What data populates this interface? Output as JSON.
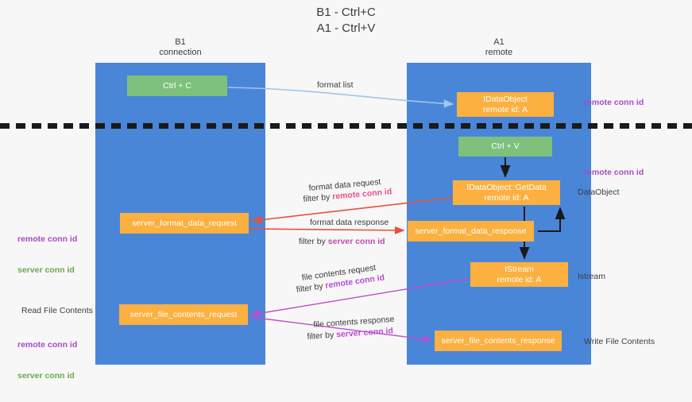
{
  "title": "B1 - Ctrl+C\nA1 - Ctrl+V",
  "columns": {
    "left": "B1\nconnection",
    "right": "A1\nremote"
  },
  "nodes": {
    "ctrl_c": {
      "line1": "Ctrl + C",
      "color": "#7dc17d"
    },
    "idataobject": {
      "line1": "IDataObject",
      "line2": "remote id: A",
      "color": "#fbb040"
    },
    "ctrl_v": {
      "line1": "Ctrl + V",
      "color": "#7dc17d"
    },
    "getdata": {
      "line1": "IDataObject::GetData",
      "line2": "remote id: A",
      "color": "#fbb040"
    },
    "server_format_data_request": {
      "line1": "server_format_data_request",
      "color": "#fbb040"
    },
    "server_format_data_response": {
      "line1": "server_format_data_response",
      "color": "#fbb040"
    },
    "istream": {
      "line1": "IStream",
      "line2": "remote id: A",
      "color": "#fbb040"
    },
    "server_file_contents_request": {
      "line1": "server_file_contents_request",
      "color": "#fbb040"
    },
    "server_file_contents_response": {
      "line1": "server_file_contents_response",
      "color": "#fbb040"
    }
  },
  "edge_labels": {
    "format_list": "format list",
    "format_data_request": "format data request",
    "format_data_request_filter_prefix": "filter by ",
    "format_data_request_filter_key": "remote conn id",
    "format_data_response": "format data response",
    "format_data_response_filter_prefix": "filter by ",
    "format_data_response_filter_key": "server conn id",
    "file_contents_request": "file contents request",
    "file_contents_request_filter_prefix": "filter by ",
    "file_contents_request_filter_key": "remote conn id",
    "file_contents_response": "file contents response",
    "file_contents_response_filter_prefix": "filter by ",
    "file_contents_response_filter_key": "server conn id"
  },
  "annotations": {
    "remote_conn_id_top": "remote conn id",
    "remote_conn_id_mid": "remote conn id",
    "dataobject": "DataObject",
    "istream": "Istream",
    "write_file_contents": "Write File Contents",
    "read_file_contents": "Read File Contents",
    "left_remote_conn_id_1": "remote conn id",
    "left_server_conn_id_1": "server conn id",
    "left_remote_conn_id_2": "remote conn id",
    "left_server_conn_id_2": "server conn id"
  },
  "colors": {
    "lane": "#4a86d8",
    "green_node": "#7dc17d",
    "orange_node": "#fbb040",
    "purple_text": "#a64bc4",
    "green_text": "#6aa84f",
    "arrow_blue": "#9fc6ea",
    "arrow_red": "#e8503c",
    "arrow_magenta": "#c04bd0",
    "arrow_black": "#1a1a1a",
    "background": "#f7f7f7"
  }
}
